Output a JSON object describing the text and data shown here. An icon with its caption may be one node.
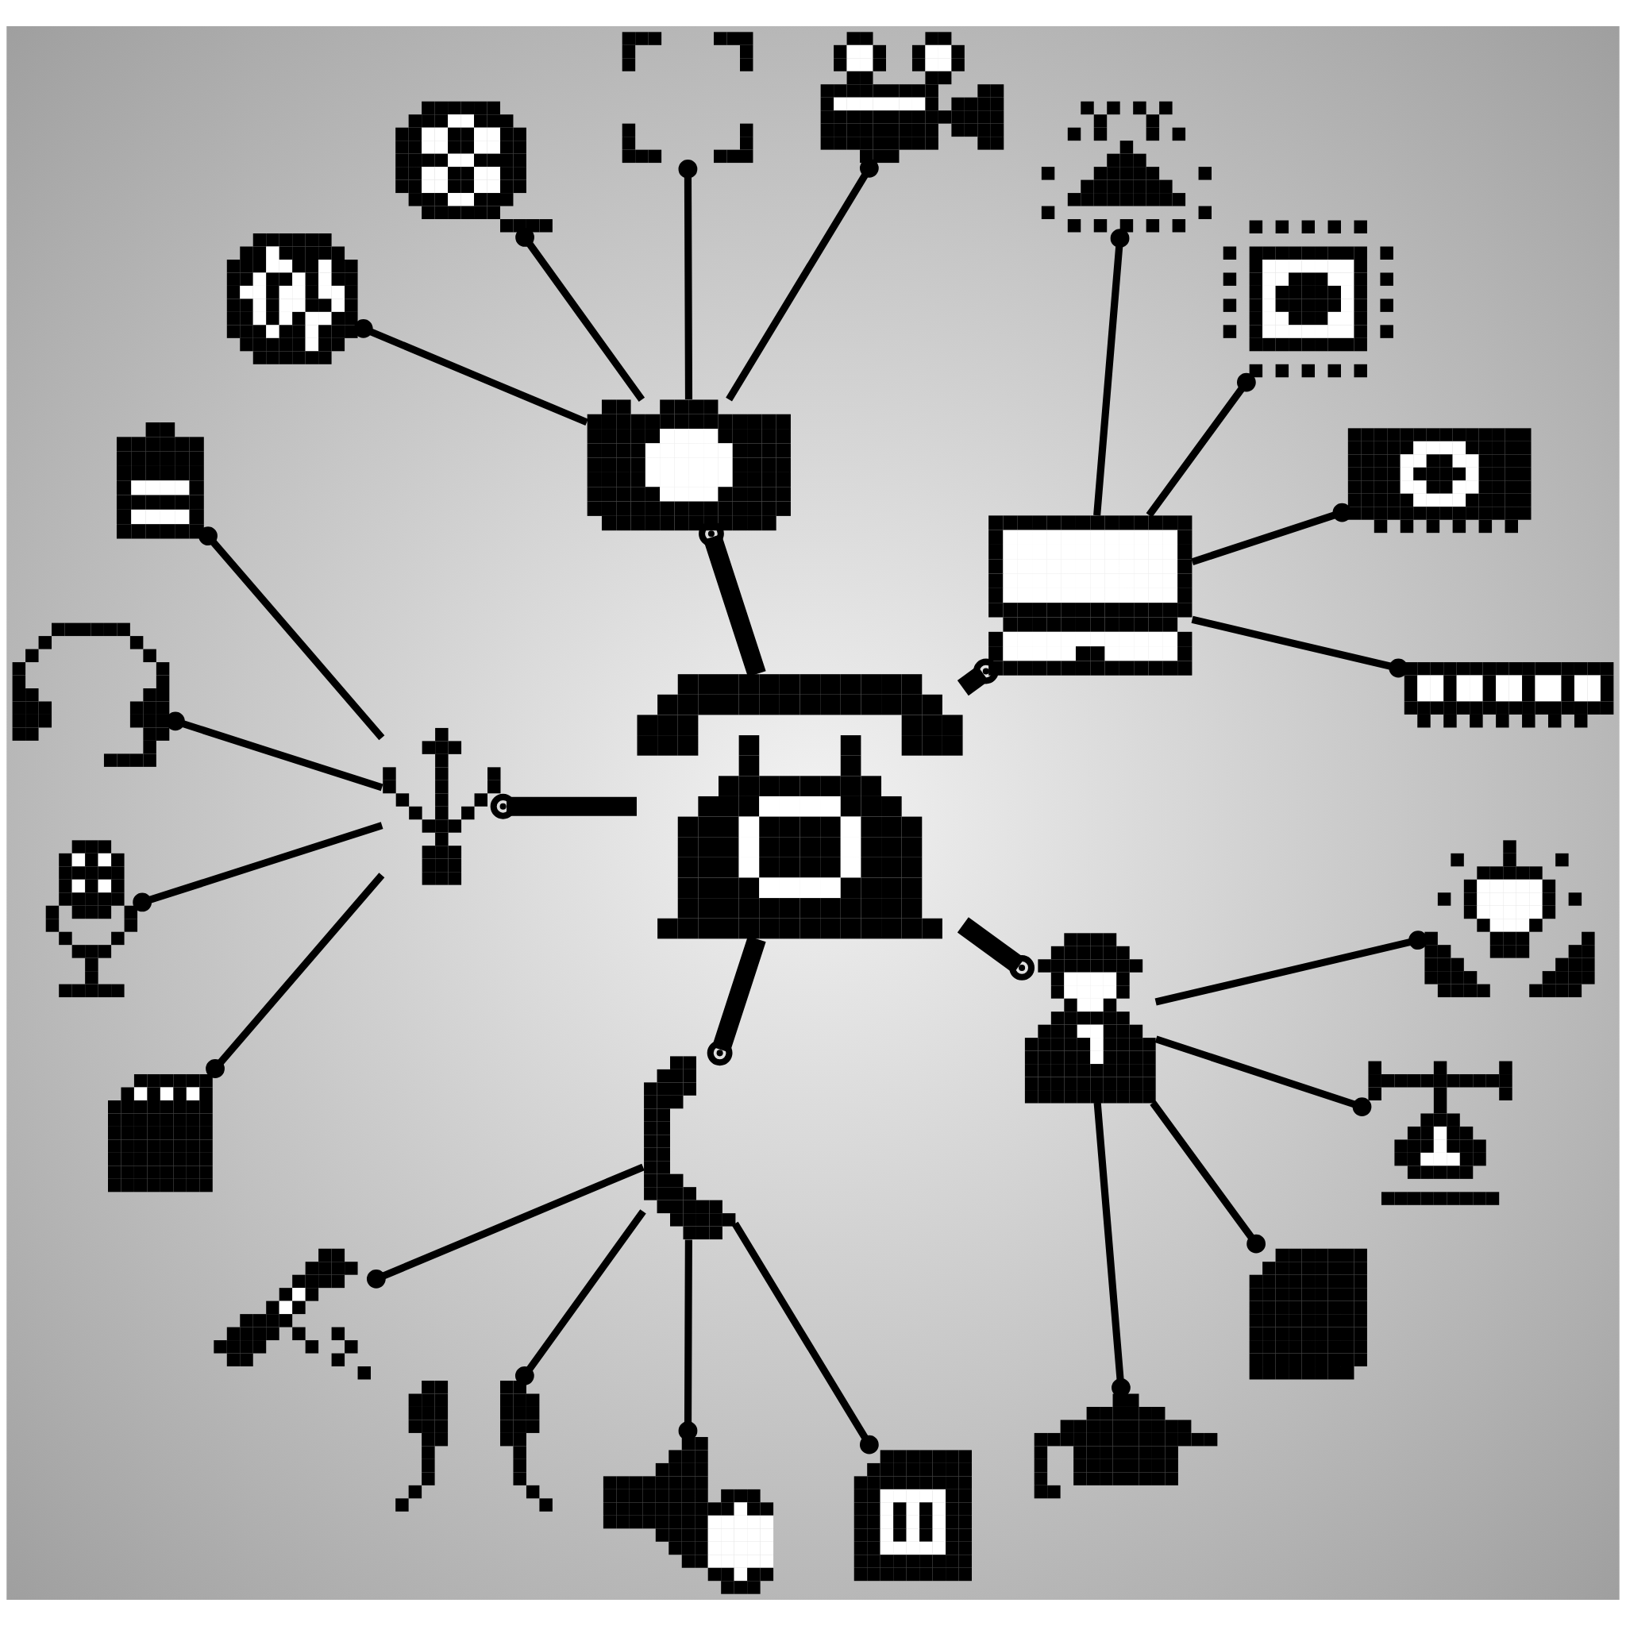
{
  "diagram": {
    "nodes": [
      {
        "text": [],
        "shape": "picture"
      },
      {
        "text": [],
        "shape": "picture"
      },
      {
        "text": [],
        "shape": "picture"
      },
      {
        "text": [],
        "shape": "picture"
      },
      {
        "text": [],
        "shape": "picture"
      },
      {
        "text": [],
        "shape": "picture"
      },
      {
        "text": [],
        "shape": "picture"
      },
      {
        "text": [],
        "shape": "picture"
      },
      {
        "text": [],
        "shape": "picture"
      },
      {
        "text": [],
        "shape": "picture"
      },
      {
        "text": [],
        "shape": "picture"
      },
      {
        "text": [],
        "shape": "picture"
      },
      {
        "text": [],
        "shape": "picture"
      },
      {
        "text": [],
        "shape": "picture"
      },
      {
        "text": [],
        "shape": "picture"
      },
      {
        "text": [],
        "shape": "picture"
      },
      {
        "text": [],
        "shape": "picture"
      },
      {
        "text": [],
        "shape": "picture"
      },
      {
        "text": [],
        "shape": "picture"
      },
      {
        "text": [],
        "shape": "picture"
      },
      {
        "text": [],
        "shape": "picture"
      },
      {
        "text": [],
        "shape": "picture"
      },
      {
        "text": [],
        "shape": "picture"
      },
      {
        "text": [],
        "shape": "picture"
      },
      {
        "text": [],
        "shape": "picture"
      },
      {
        "text": [],
        "shape": "picture"
      }
    ],
    "edges": [
      {
        "from": 11,
        "to": 4,
        "arrow": "other",
        "style": "thick"
      },
      {
        "from": 11,
        "to": 9,
        "arrow": "other",
        "style": "thick"
      },
      {
        "from": 11,
        "to": 10,
        "arrow": "other",
        "style": "thick"
      },
      {
        "from": 11,
        "to": 19,
        "arrow": "other",
        "style": "thick"
      },
      {
        "from": 11,
        "to": 18,
        "arrow": "other",
        "style": "thick"
      },
      {
        "from": 4,
        "to": 0,
        "arrow": "other"
      },
      {
        "from": 4,
        "to": 1,
        "arrow": "other"
      },
      {
        "from": 4,
        "to": 7,
        "arrow": "other"
      },
      {
        "from": 4,
        "to": 8,
        "arrow": "other"
      },
      {
        "from": 9,
        "to": 2,
        "arrow": "other"
      },
      {
        "from": 9,
        "to": 5,
        "arrow": "other"
      },
      {
        "from": 9,
        "to": 13,
        "arrow": "other"
      },
      {
        "from": 9,
        "to": 14,
        "arrow": "other"
      },
      {
        "from": 10,
        "to": 3,
        "arrow": "other"
      },
      {
        "from": 10,
        "to": 6,
        "arrow": "other"
      },
      {
        "from": 10,
        "to": 12,
        "arrow": "other"
      },
      {
        "from": 10,
        "to": 15,
        "arrow": "other"
      },
      {
        "from": 19,
        "to": 17,
        "arrow": "other"
      },
      {
        "from": 19,
        "to": 20,
        "arrow": "other"
      },
      {
        "from": 19,
        "to": 22,
        "arrow": "other"
      },
      {
        "from": 19,
        "to": 23,
        "arrow": "other"
      },
      {
        "from": 18,
        "to": 16,
        "arrow": "other"
      },
      {
        "from": 18,
        "to": 21,
        "arrow": "other"
      },
      {
        "from": 18,
        "to": 24,
        "arrow": "other"
      },
      {
        "from": 18,
        "to": 25,
        "arrow": "other"
      }
    ]
  }
}
